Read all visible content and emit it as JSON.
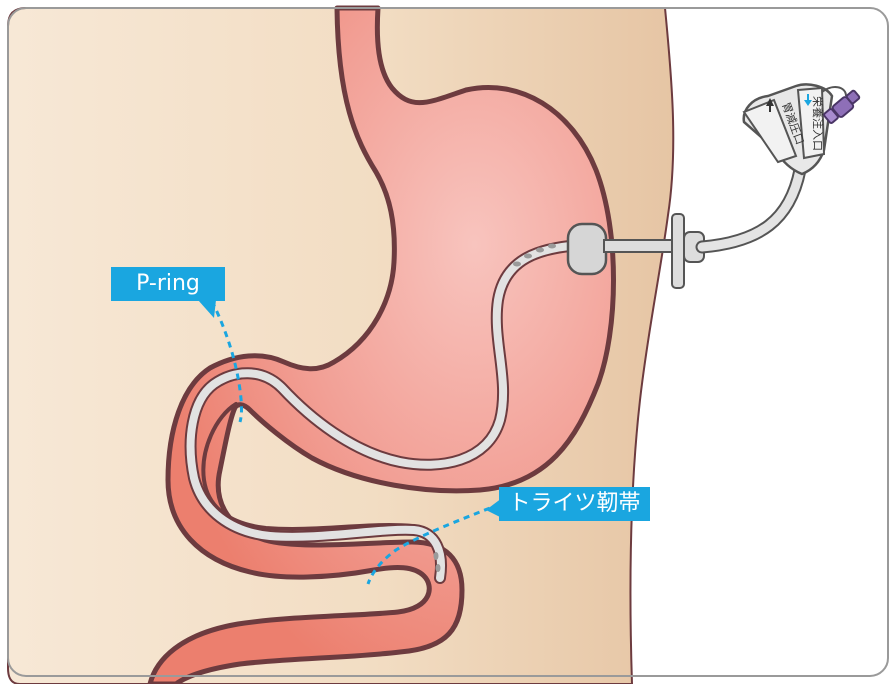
{
  "labels": {
    "p_ring": "P-ring",
    "treitz": "トライツ靭帯"
  },
  "ports": {
    "decompression": "胃減圧口",
    "feeding": "栄養注入口"
  },
  "colors": {
    "accent": "#1aa6e0",
    "stomach": "#ee8170",
    "outline": "#6d3b3f",
    "skin": "#f0d8bc",
    "tube": "#d9d9d9",
    "connector": "#8e6fb8"
  },
  "icons": {
    "decompression_arrow": "arrow-up-icon",
    "feeding_arrow": "arrow-down-icon",
    "connector_cap": "cap-icon"
  }
}
